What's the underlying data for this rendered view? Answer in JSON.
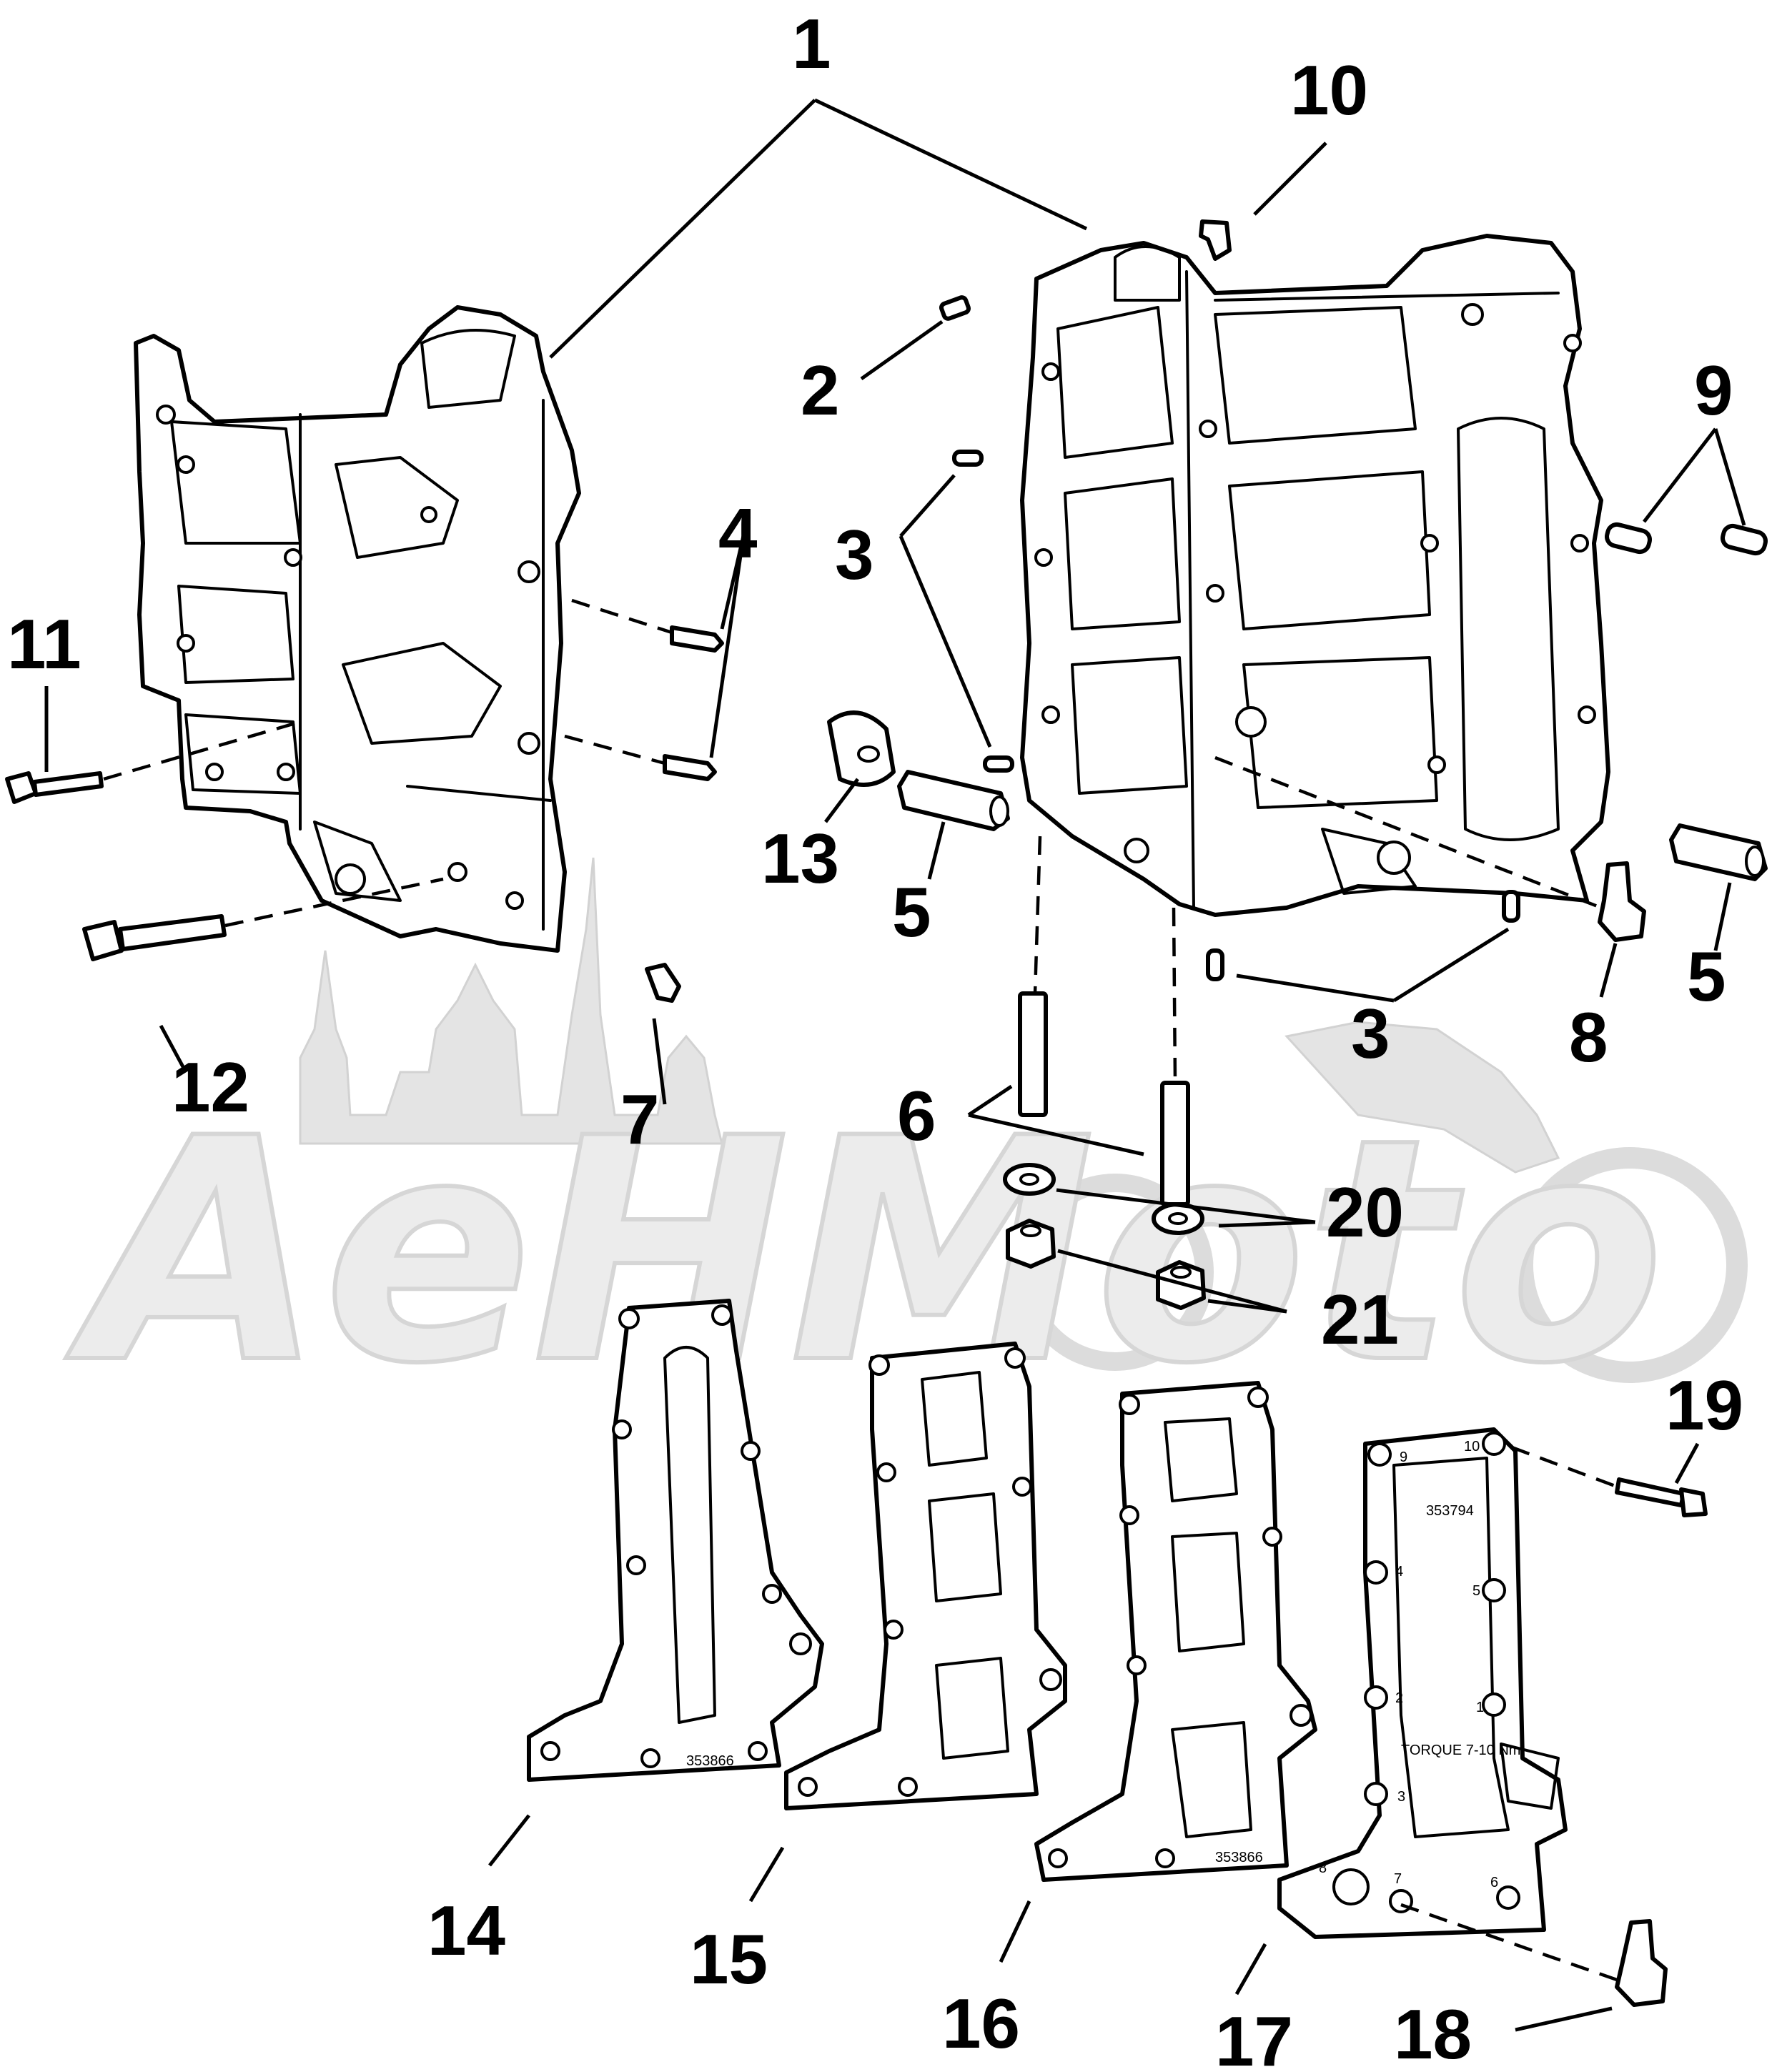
{
  "diagram": {
    "callouts": [
      {
        "id": "1",
        "label": "1"
      },
      {
        "id": "2",
        "label": "2"
      },
      {
        "id": "3a",
        "label": "3"
      },
      {
        "id": "3b",
        "label": "3"
      },
      {
        "id": "4",
        "label": "4"
      },
      {
        "id": "5a",
        "label": "5"
      },
      {
        "id": "5b",
        "label": "5"
      },
      {
        "id": "6",
        "label": "6"
      },
      {
        "id": "7",
        "label": "7"
      },
      {
        "id": "8",
        "label": "8"
      },
      {
        "id": "9",
        "label": "9"
      },
      {
        "id": "10",
        "label": "10"
      },
      {
        "id": "11",
        "label": "11"
      },
      {
        "id": "12",
        "label": "12"
      },
      {
        "id": "13",
        "label": "13"
      },
      {
        "id": "14",
        "label": "14"
      },
      {
        "id": "15",
        "label": "15"
      },
      {
        "id": "16",
        "label": "16"
      },
      {
        "id": "17",
        "label": "17"
      },
      {
        "id": "18",
        "label": "18"
      },
      {
        "id": "19",
        "label": "19"
      },
      {
        "id": "20",
        "label": "20"
      },
      {
        "id": "21",
        "label": "21"
      }
    ],
    "part_markings": {
      "gasket_14": "353866",
      "gasket_16": "353866",
      "cover_17_number": "353794",
      "cover_17_torque": "TORQUE 7-10 Nm",
      "bolt_sequence": [
        "1",
        "2",
        "3",
        "4",
        "5",
        "6",
        "7",
        "8",
        "9",
        "10"
      ]
    },
    "watermark": "AeHMoto"
  }
}
